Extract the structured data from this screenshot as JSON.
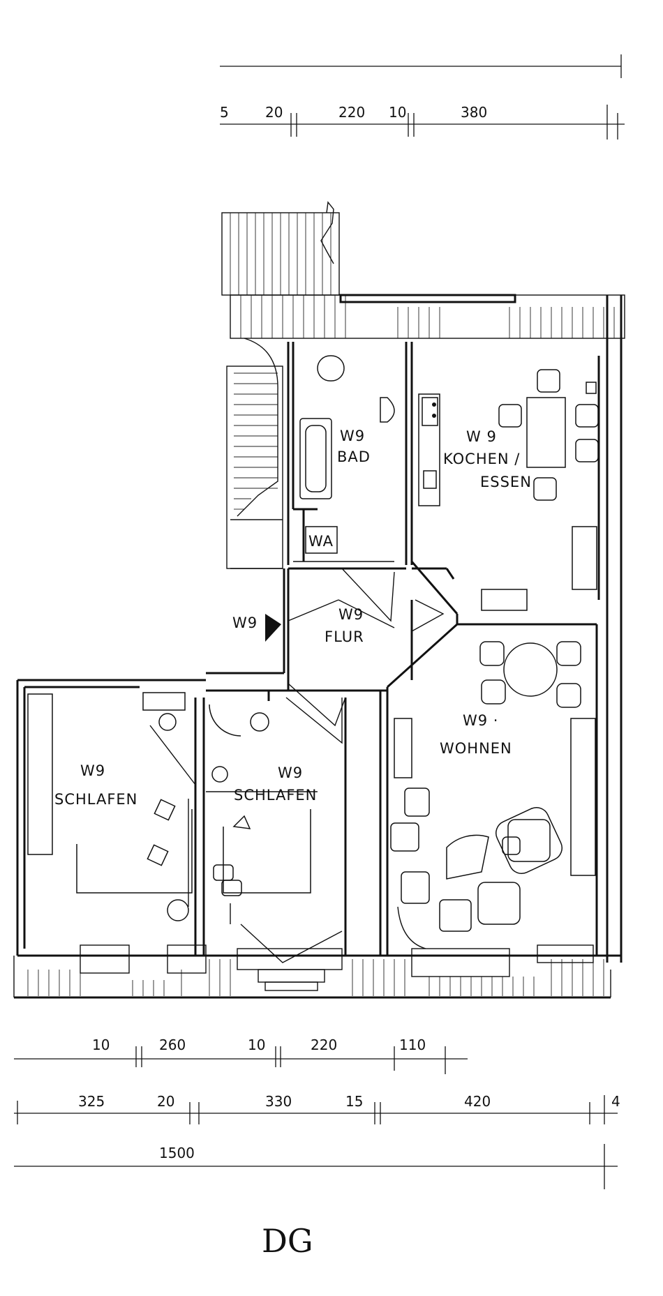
{
  "rooms": {
    "bad": {
      "unit": "W9",
      "name": "BAD",
      "wa": "WA"
    },
    "kochen": {
      "unit": "W 9",
      "name_line1": "KOCHEN /",
      "name_line2": "ESSEN"
    },
    "flur": {
      "unit": "W9",
      "name": "FLUR"
    },
    "wohnen": {
      "unit": "W9 ·",
      "name": "WOHNEN"
    },
    "schlafen_left": {
      "unit": "W9",
      "name": "SCHLAFEN"
    },
    "schlafen_mid": {
      "unit": "W9",
      "name": "SCHLAFEN"
    }
  },
  "entrance_label": "W9",
  "dimensions_top": [
    "5",
    "20",
    "220",
    "10",
    "380"
  ],
  "dimensions_bottom_row1": [
    "10",
    "260",
    "10",
    "220",
    "110"
  ],
  "dimensions_bottom_row2": [
    "325",
    "20",
    "330",
    "15",
    "420",
    "4"
  ],
  "dimensions_total": "1500",
  "floor_label": "DG"
}
